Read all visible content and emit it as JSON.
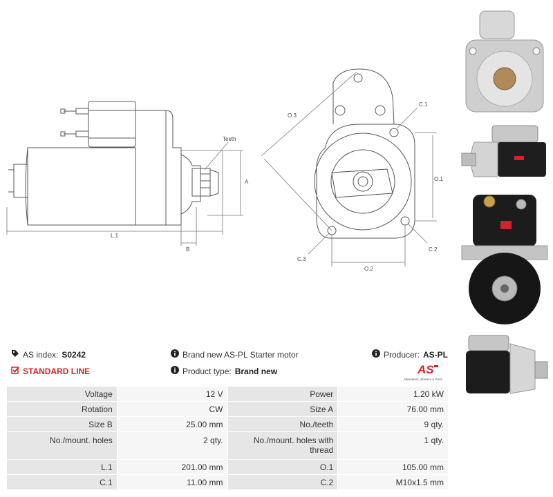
{
  "drawing": {
    "labels": {
      "teeth": "Teeth",
      "a": "A",
      "b": "B",
      "l1": "L.1",
      "o3": "O.3",
      "c1": "C.1",
      "o1": "O.1",
      "c2": "C.2",
      "c3": "C.3",
      "o2": "O.2"
    }
  },
  "header": {
    "as_index_label": "AS index:",
    "as_index_value": "S0242",
    "standard_line": "STANDARD LINE",
    "description": "Brand new AS-PL Starter motor",
    "product_type_label": "Product type:",
    "product_type_value": "Brand new",
    "producer_label": "Producer:",
    "producer_value": "AS-PL",
    "logo_text": "AS",
    "logo_tagline": "Alternators, Starters & Parts"
  },
  "specs": [
    {
      "l1": "Voltage",
      "v1": "12 V",
      "l2": "Power",
      "v2": "1.20 kW"
    },
    {
      "l1": "Rotation",
      "v1": "CW",
      "l2": "Size A",
      "v2": "76.00 mm"
    },
    {
      "l1": "Size B",
      "v1": "25.00 mm",
      "l2": "No./teeth",
      "v2": "9 qty."
    },
    {
      "l1": "No./mount. holes",
      "v1": "2 qty.",
      "l2": "No./mount. holes with thread",
      "v2": "1 qty."
    },
    {
      "l1": "L.1",
      "v1": "201.00 mm",
      "l2": "O.1",
      "v2": "105.00 mm"
    },
    {
      "l1": "C.1",
      "v1": "11.00 mm",
      "l2": "C.2",
      "v2": "M10x1.5 mm"
    }
  ],
  "colors": {
    "accent": "#d2232a",
    "label_bg": "#e6e6e6",
    "value_bg": "#f6f6f6"
  }
}
